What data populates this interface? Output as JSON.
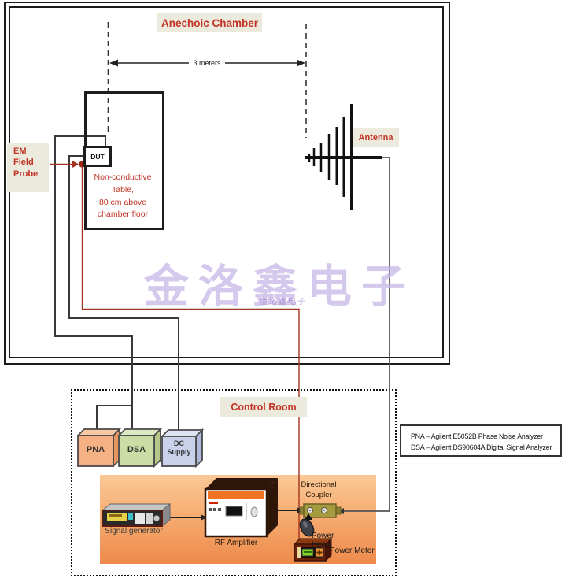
{
  "watermark": {
    "text": "金洛鑫电子",
    "small_text": "金洛鑫电子"
  },
  "chamber": {
    "title": "Anechoic Chamber",
    "distance_label": "3 meters",
    "em_probe_label": "EM\nField\nProbe",
    "dut_label": "DUT",
    "table_label": "Non-conductive\nTable,\n80 cm above\nchamber floor",
    "antenna_label": "Antenna"
  },
  "control_room": {
    "title": "Control Room",
    "instruments": {
      "pna": "PNA",
      "dsa": "DSA",
      "dc_supply": "DC\nSupply"
    },
    "signal_generator_label": "Signal generator",
    "rf_amplifier_label": "RF Amplifier",
    "directional_coupler_label": "Directional\nCoupler",
    "power_head_label": "Power Head",
    "power_meter_label": "Power Meter"
  },
  "legend": {
    "line1": "PNA – Agilent E5052B Phase Noise Analyzer",
    "line2": "DSA – Agilent DS90604A Digital Signal Analyzer"
  },
  "colors": {
    "label_text_red": "#c23425",
    "label_chip_beige": "#ece9dd",
    "probe_wire_red": "#a23420",
    "wire_black": "#3a3a3a",
    "panel_orange_top": "#fac897",
    "panel_orange_bottom": "#ee8a4c",
    "pna_fill": "#f5b183",
    "dsa_fill": "#cbdca4",
    "dc_supply_fill": "#c9d2ea",
    "rf_amp_case": "#2e1708",
    "coupler_olive": "#a59a3e",
    "power_meter_maroon": "#6b2008",
    "watermark_lavender": "#c2b2e4"
  }
}
